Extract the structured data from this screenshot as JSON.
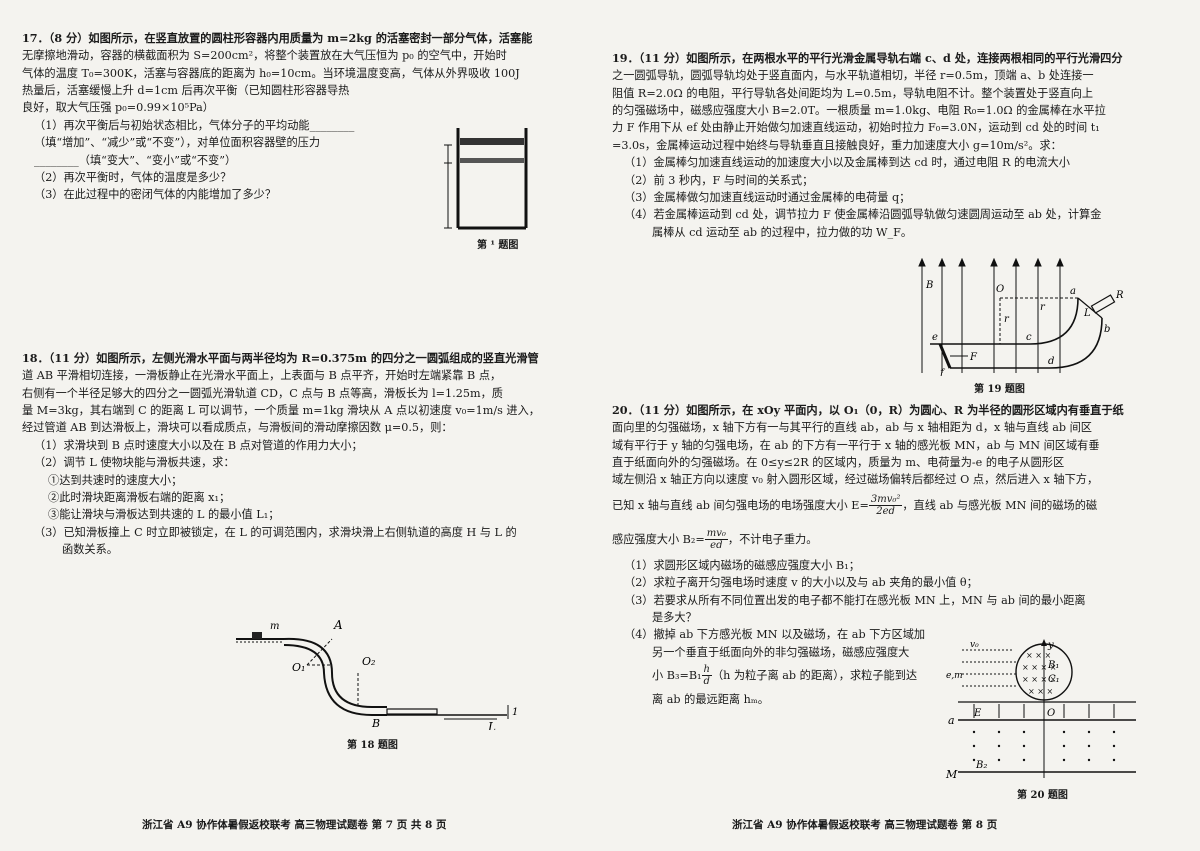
{
  "left_page": {
    "p17": {
      "lines": [
        "17．（8 分）如图所示，在竖直放置的圆柱形容器内用质量为 m=2kg 的活塞密封一部分气体，活塞能",
        "无摩擦地滑动，容器的横截面积为 S=200cm²，将整个装置放在大气压恒为 p₀ 的空气中，开始时",
        "气体的温度 T₀=300K，活塞与容器底的距离为 h₀=10cm。当环境温度变高，气体从外界吸收 100J",
        "热量后，活塞缓慢上升 d=1cm 后再次平衡（已知圆柱形容器导热",
        "良好，取大气压强 p₀=0.99×10⁵Pa）",
        "（1）再次平衡后与初始状态相比，气体分子的平均动能________",
        "（填“增加”、“减少”或“不变”），对单位面积容器壁的压力",
        "________（填“变大”、“变小”或“不变”）",
        "（2）再次平衡时，气体的温度是多少？",
        "（3）在此过程中的密闭气体的内能增加了多少？"
      ],
      "caption": "第 ¹ 题图"
    },
    "p18": {
      "lines": [
        "18．（11 分）如图所示，左侧光滑水平面与两半径均为 R=0.375m 的四分之一圆弧组成的竖直光滑管",
        "道 AB 平滑相切连接，一滑板静止在光滑水平面上，上表面与 B 点平齐，开始时左端紧靠 B 点，",
        "右侧有一个半径足够大的四分之一圆弧光滑轨道 CD，C 点与 B 点等高，滑板长为 l=1.25m，质",
        "量 M=3kg，其右端到 C 的距离 L 可以调节，一个质量 m=1kg 滑块从 A 点以初速度 v₀=1m/s 进入，",
        "经过管道 AB 到达滑板上，滑块可以看成质点，与滑板间的滑动摩擦因数 μ=0.5，则："
      ],
      "sub": [
        "（1）求滑块到 B 点时速度大小以及在 B 点对管道的作用力大小；",
        "（2）调节 L 使物块能与滑板共速，求："
      ],
      "subsub": [
        "①达到共速时的速度大小；",
        "②此时滑块距离滑板右端的距离 x₁；",
        "③能让滑块与滑板达到共速的 L 的最小值 L₁；"
      ],
      "sub3": [
        "（3）已知滑板撞上 C 时立即被锁定，在 L 的可调范围内，求滑块滑上右侧轨道的高度 H 与 L 的",
        "函数关系。"
      ],
      "fig_labels": {
        "A": "A",
        "O1": "O₁",
        "O2": "O₂",
        "B": "B",
        "L": "L",
        "one": "1",
        "block": "m"
      },
      "caption": "第 18 题图"
    },
    "footer": "浙江省 A9 协作体暑假返校联考  高三物理试题卷  第 7 页  共 8 页"
  },
  "right_page": {
    "p19": {
      "lines": [
        "19．（11 分）如图所示，在两根水平的平行光滑金属导轨右端 c、d 处，连接两根相同的平行光滑四分",
        "之一圆弧导轨，圆弧导轨均处于竖直面内，与水平轨道相切，半径 r=0.5m，顶端 a、b 处连接一",
        "阻值 R=2.0Ω 的电阻，平行导轨各处间距均为 L=0.5m，导轨电阻不计。整个装置处于竖直向上",
        "的匀强磁场中，磁感应强度大小 B=2.0T。一根质量 m=1.0kg、电阻 R₀=1.0Ω 的金属棒在水平拉",
        "力 F 作用下从 ef 处由静止开始做匀加速直线运动，初始时拉力 F₀=3.0N，运动到 cd 处的时间 t₁",
        "=3.0s，金属棒运动过程中始终与导轨垂直且接触良好，重力加速度大小 g=10m/s²。求："
      ],
      "sub": [
        "（1）金属棒匀加速直线运动的加速度大小以及金属棒到达 cd 时，通过电阻 R 的电流大小",
        "（2）前 3 秒内，F 与时间的关系式；",
        "（3）金属棒做匀加速直线运动时通过金属棒的电荷量 q；",
        "（4）若金属棒运动到 cd 处，调节拉力 F 使金属棒沿圆弧导轨做匀速圆周运动至 ab 处，计算金",
        "属棒从 cd 运动至 ab 的过程中，拉力做的功 W_F。"
      ],
      "fig_labels": {
        "B": "B",
        "O": "O",
        "a": "a",
        "b": "b",
        "c": "c",
        "d": "d",
        "e": "e",
        "f": "f",
        "r1": "r",
        "r2": "r",
        "F": "F",
        "L": "L",
        "R": "R"
      },
      "caption": "第 19 题图"
    },
    "p20": {
      "lines": [
        "20．（11 分）如图所示，在 xOy 平面内，以 O₁（0，R）为圆心、R 为半径的圆形区域内有垂直于纸",
        "面向里的匀强磁场，x 轴下方有一与其平行的直线 ab，ab 与 x 轴相距为 d，x 轴与直线 ab 间区",
        "域有平行于 y 轴的匀强电场，在 ab 的下方有一平行于 x 轴的感光板 MN，ab 与 MN 间区域有垂",
        "直于纸面向外的匀强磁场。在 0≤y≤2R 的区域内，质量为 m、电荷量为-e 的电子从圆形区",
        "域左侧沿 x 轴正方向以速度 v₀ 射入圆形区域，经过磁场偏转后都经过 O 点，然后进入 x 轴下方，"
      ],
      "line_e_pre": "已知 x 轴与直线 ab 间匀强电场的电场强度大小 E=",
      "E_num": "3mv₀²",
      "E_den": "2ed",
      "line_e_post": "，直线 ab 与感光板 MN 间的磁场的磁",
      "line_b_pre": "感应强度大小 B₂=",
      "B_num": "mv₀",
      "B_den": "ed",
      "line_b_post": "，不计电子重力。",
      "sub": [
        "（1）求圆形区域内磁场的磁感应强度大小 B₁；",
        "（2）求粒子离开匀强电场时速度 v 的大小以及与 ab 夹角的最小值 θ；",
        "（3）若要求从所有不同位置出发的电子都不能打在感光板 MN 上，MN 与 ab 间的最小距离",
        "是多大？",
        "（4）撤掉 ab 下方感光板 MN 以及磁场，在 ab 下方区域加",
        "另一个垂直于纸面向外的非匀强磁场，磁感应强度大"
      ],
      "line_b3_pre": "小 B₃=B₁",
      "B3_num": "h",
      "B3_den": "d",
      "line_b3_post": "（h 为粒子离 ab 的距离），求粒子能到达",
      "last_line": "离 ab 的最远距离 hₘ。",
      "fig_labels": {
        "y": "y",
        "v0": "v₀",
        "em": "e,m",
        "B1": "B₁",
        "C1": "C₁",
        "E": "E",
        "a": "a",
        "O": "O",
        "B2": "B₂",
        "M": "M"
      },
      "caption": "第 20 题图"
    },
    "footer": "浙江省 A9 协作体暑假返校联考  高三物理试题卷  第 8 页"
  }
}
